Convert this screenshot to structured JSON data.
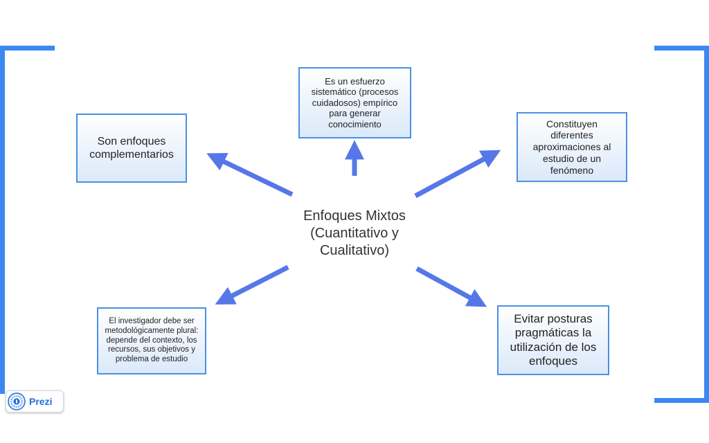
{
  "diagram": {
    "center": "Enfoques Mixtos (Cuantitativo y Cualitativo)",
    "nodes": {
      "top": "Es un esfuerzo sistemático (procesos cuidadosos) empírico para generar conocimiento",
      "top_left": "Son enfoques complementarios",
      "top_right": "Constituyen diferentes aproximaciones al estudio de un fenómeno",
      "bottom_left": "El investigador debe ser metodológicamente plural: depende del contexto, los recursos, sus objetivos y problema de estudio",
      "bottom_right": "Evitar posturas pragmáticas  la utilización de los enfoques"
    },
    "colors": {
      "arrow": "#5677e8",
      "frame": "#3b88f0",
      "card_border": "#4a90e2"
    }
  },
  "branding": {
    "logo_text": "Prezi",
    "logo_icon": "prezi-logo-icon"
  }
}
